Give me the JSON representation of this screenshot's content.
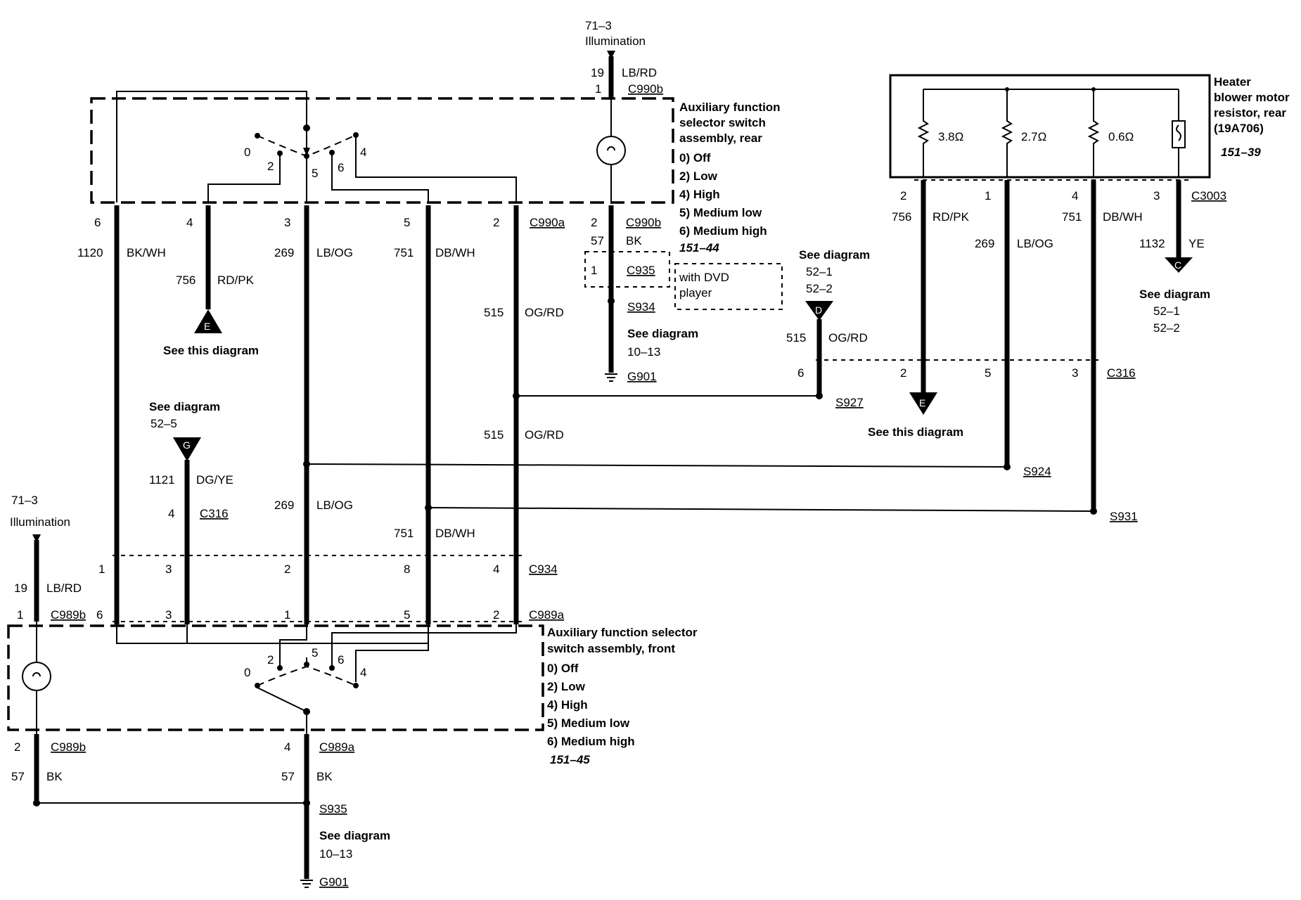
{
  "page": {
    "title": "Auxiliary function selector switch / heater blower motor resistor wiring diagram"
  },
  "rear_switch": {
    "title_lines": [
      "Auxiliary function",
      "selector switch",
      "assembly, rear"
    ],
    "positions": [
      "0) Off",
      "2) Low",
      "4) High",
      "5) Medium low",
      "6) Medium high"
    ],
    "ref": "151–44"
  },
  "front_switch": {
    "title_lines": [
      "Auxiliary function selector",
      "switch assembly, front"
    ],
    "positions": [
      "0) Off",
      "2) Low",
      "4) High",
      "5) Medium low",
      "6) Medium high"
    ],
    "ref": "151–45"
  },
  "resistor": {
    "title_lines": [
      "Heater",
      "blower motor",
      "resistor, rear",
      "(19A706)"
    ],
    "ref": "151–39",
    "values": [
      "3.8Ω",
      "2.7Ω",
      "0.6Ω"
    ]
  },
  "connectors": {
    "c990b": "C990b",
    "c990a": "C990a",
    "c935": "C935",
    "s934": "S934",
    "g901": "G901",
    "c3003": "C3003",
    "c316": "C316",
    "s927": "S927",
    "s924": "S924",
    "s931": "S931",
    "c934": "C934",
    "c989a": "C989a",
    "c989b": "C989b",
    "s935": "S935"
  },
  "labels": {
    "illum_num": "71–3",
    "illumination": "Illumination",
    "see_diagram": "See diagram",
    "see_this_diagram": "See this diagram",
    "with_dvd": [
      "with DVD",
      "player"
    ],
    "ref_10_13": "10–13",
    "ref_52_1": "52–1",
    "ref_52_2": "52–2",
    "ref_52_5": "52–5"
  },
  "wires": {
    "lbrd_num": "19",
    "lbrd": "LB/RD",
    "bk_num": "57",
    "bk": "BK",
    "bkwh_num": "1120",
    "bkwh": "BK/WH",
    "rdpk_num": "756",
    "rdpk": "RD/PK",
    "lbog_num": "269",
    "lbog": "LB/OG",
    "dbwh_num": "751",
    "dbwh": "DB/WH",
    "ogrd_num": "515",
    "ogrd": "OG/RD",
    "dgye_num": "1121",
    "dgye": "DG/YE",
    "ye_num": "1132",
    "ye": "YE"
  },
  "pins": {
    "p0": "0",
    "p1": "1",
    "p2": "2",
    "p3": "3",
    "p4": "4",
    "p5": "5",
    "p6": "6",
    "p8": "8"
  },
  "markers": {
    "e": "E",
    "g": "G",
    "d": "D",
    "c": "C"
  }
}
